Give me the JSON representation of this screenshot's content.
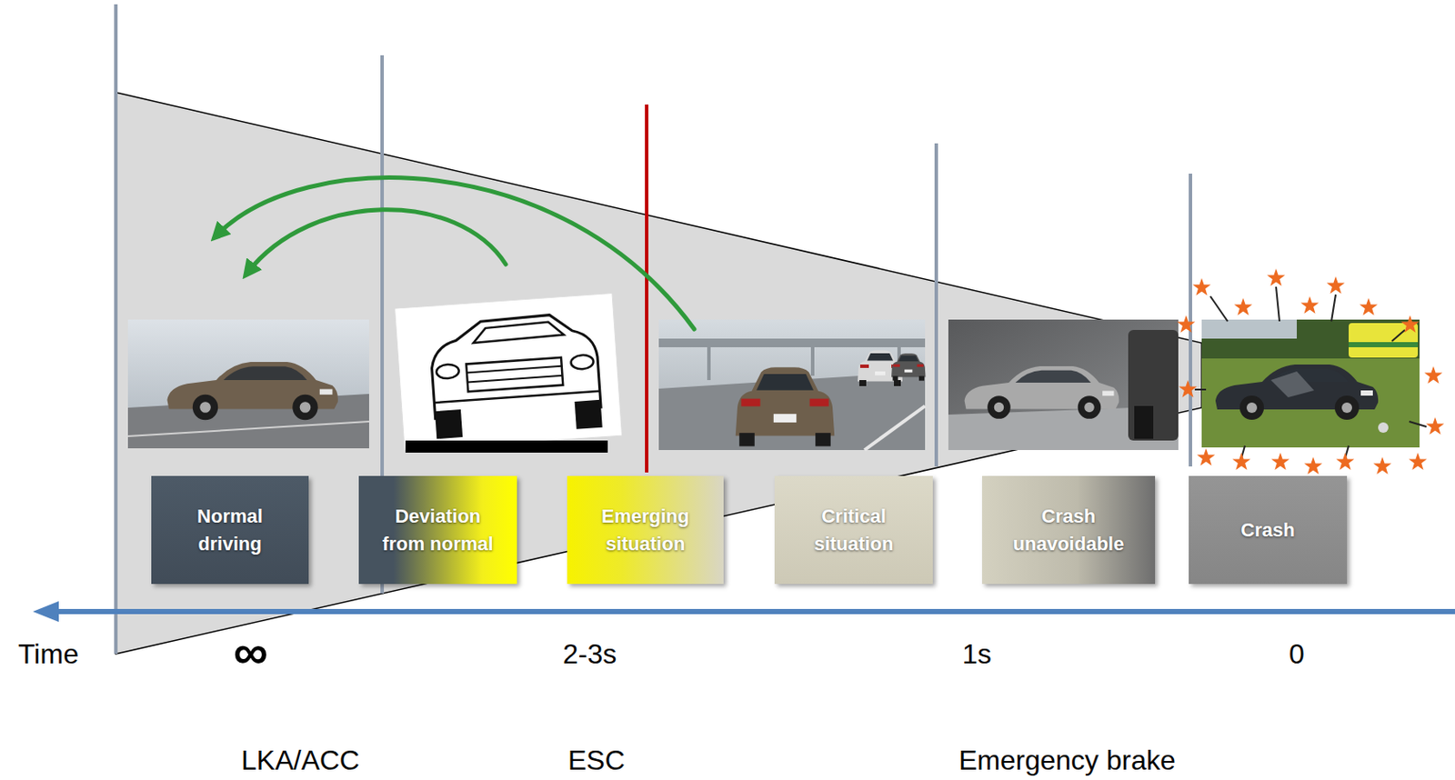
{
  "diagram": {
    "nodes": [
      {
        "text": [
          "Normal driving"
        ]
      },
      {
        "text": [
          "Deviation from normal"
        ]
      },
      {
        "text": [
          "Emerging situation"
        ]
      },
      {
        "text": [
          "Critical situation"
        ]
      },
      {
        "text": [
          "Crash unavoidable"
        ]
      },
      {
        "text": [
          "Crash"
        ]
      }
    ],
    "labels": [
      "Time",
      "∞",
      "2-3s",
      "1s",
      "0",
      "LKA/ACC",
      "ESC",
      "Emergency brake"
    ]
  }
}
